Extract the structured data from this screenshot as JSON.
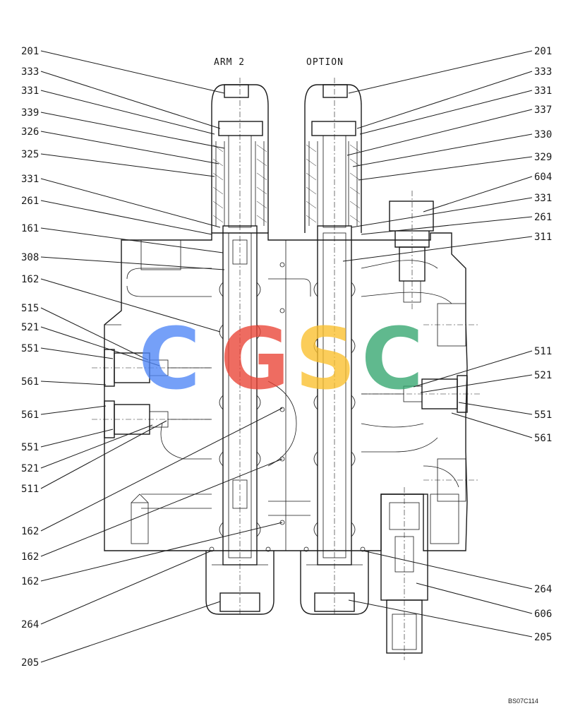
{
  "headers": {
    "left": "ARM 2",
    "right": "OPTION"
  },
  "left_labels": [
    "201",
    "333",
    "331",
    "339",
    "326",
    "325",
    "331",
    "261",
    "161",
    "308",
    "162",
    "515",
    "521",
    "551",
    "561",
    "561",
    "551",
    "521",
    "511",
    "162",
    "162",
    "162",
    "264",
    "205"
  ],
  "right_labels": [
    "201",
    "333",
    "331",
    "337",
    "330",
    "329",
    "604",
    "331",
    "261",
    "311",
    "511",
    "521",
    "551",
    "561",
    "264",
    "606",
    "205"
  ],
  "watermark": {
    "letters": [
      "C",
      "G",
      "S",
      "C"
    ],
    "colors": [
      "#4f86f7",
      "#ea4335",
      "#fbc02d",
      "#34a66f"
    ]
  },
  "reference_code": "BS07C114"
}
